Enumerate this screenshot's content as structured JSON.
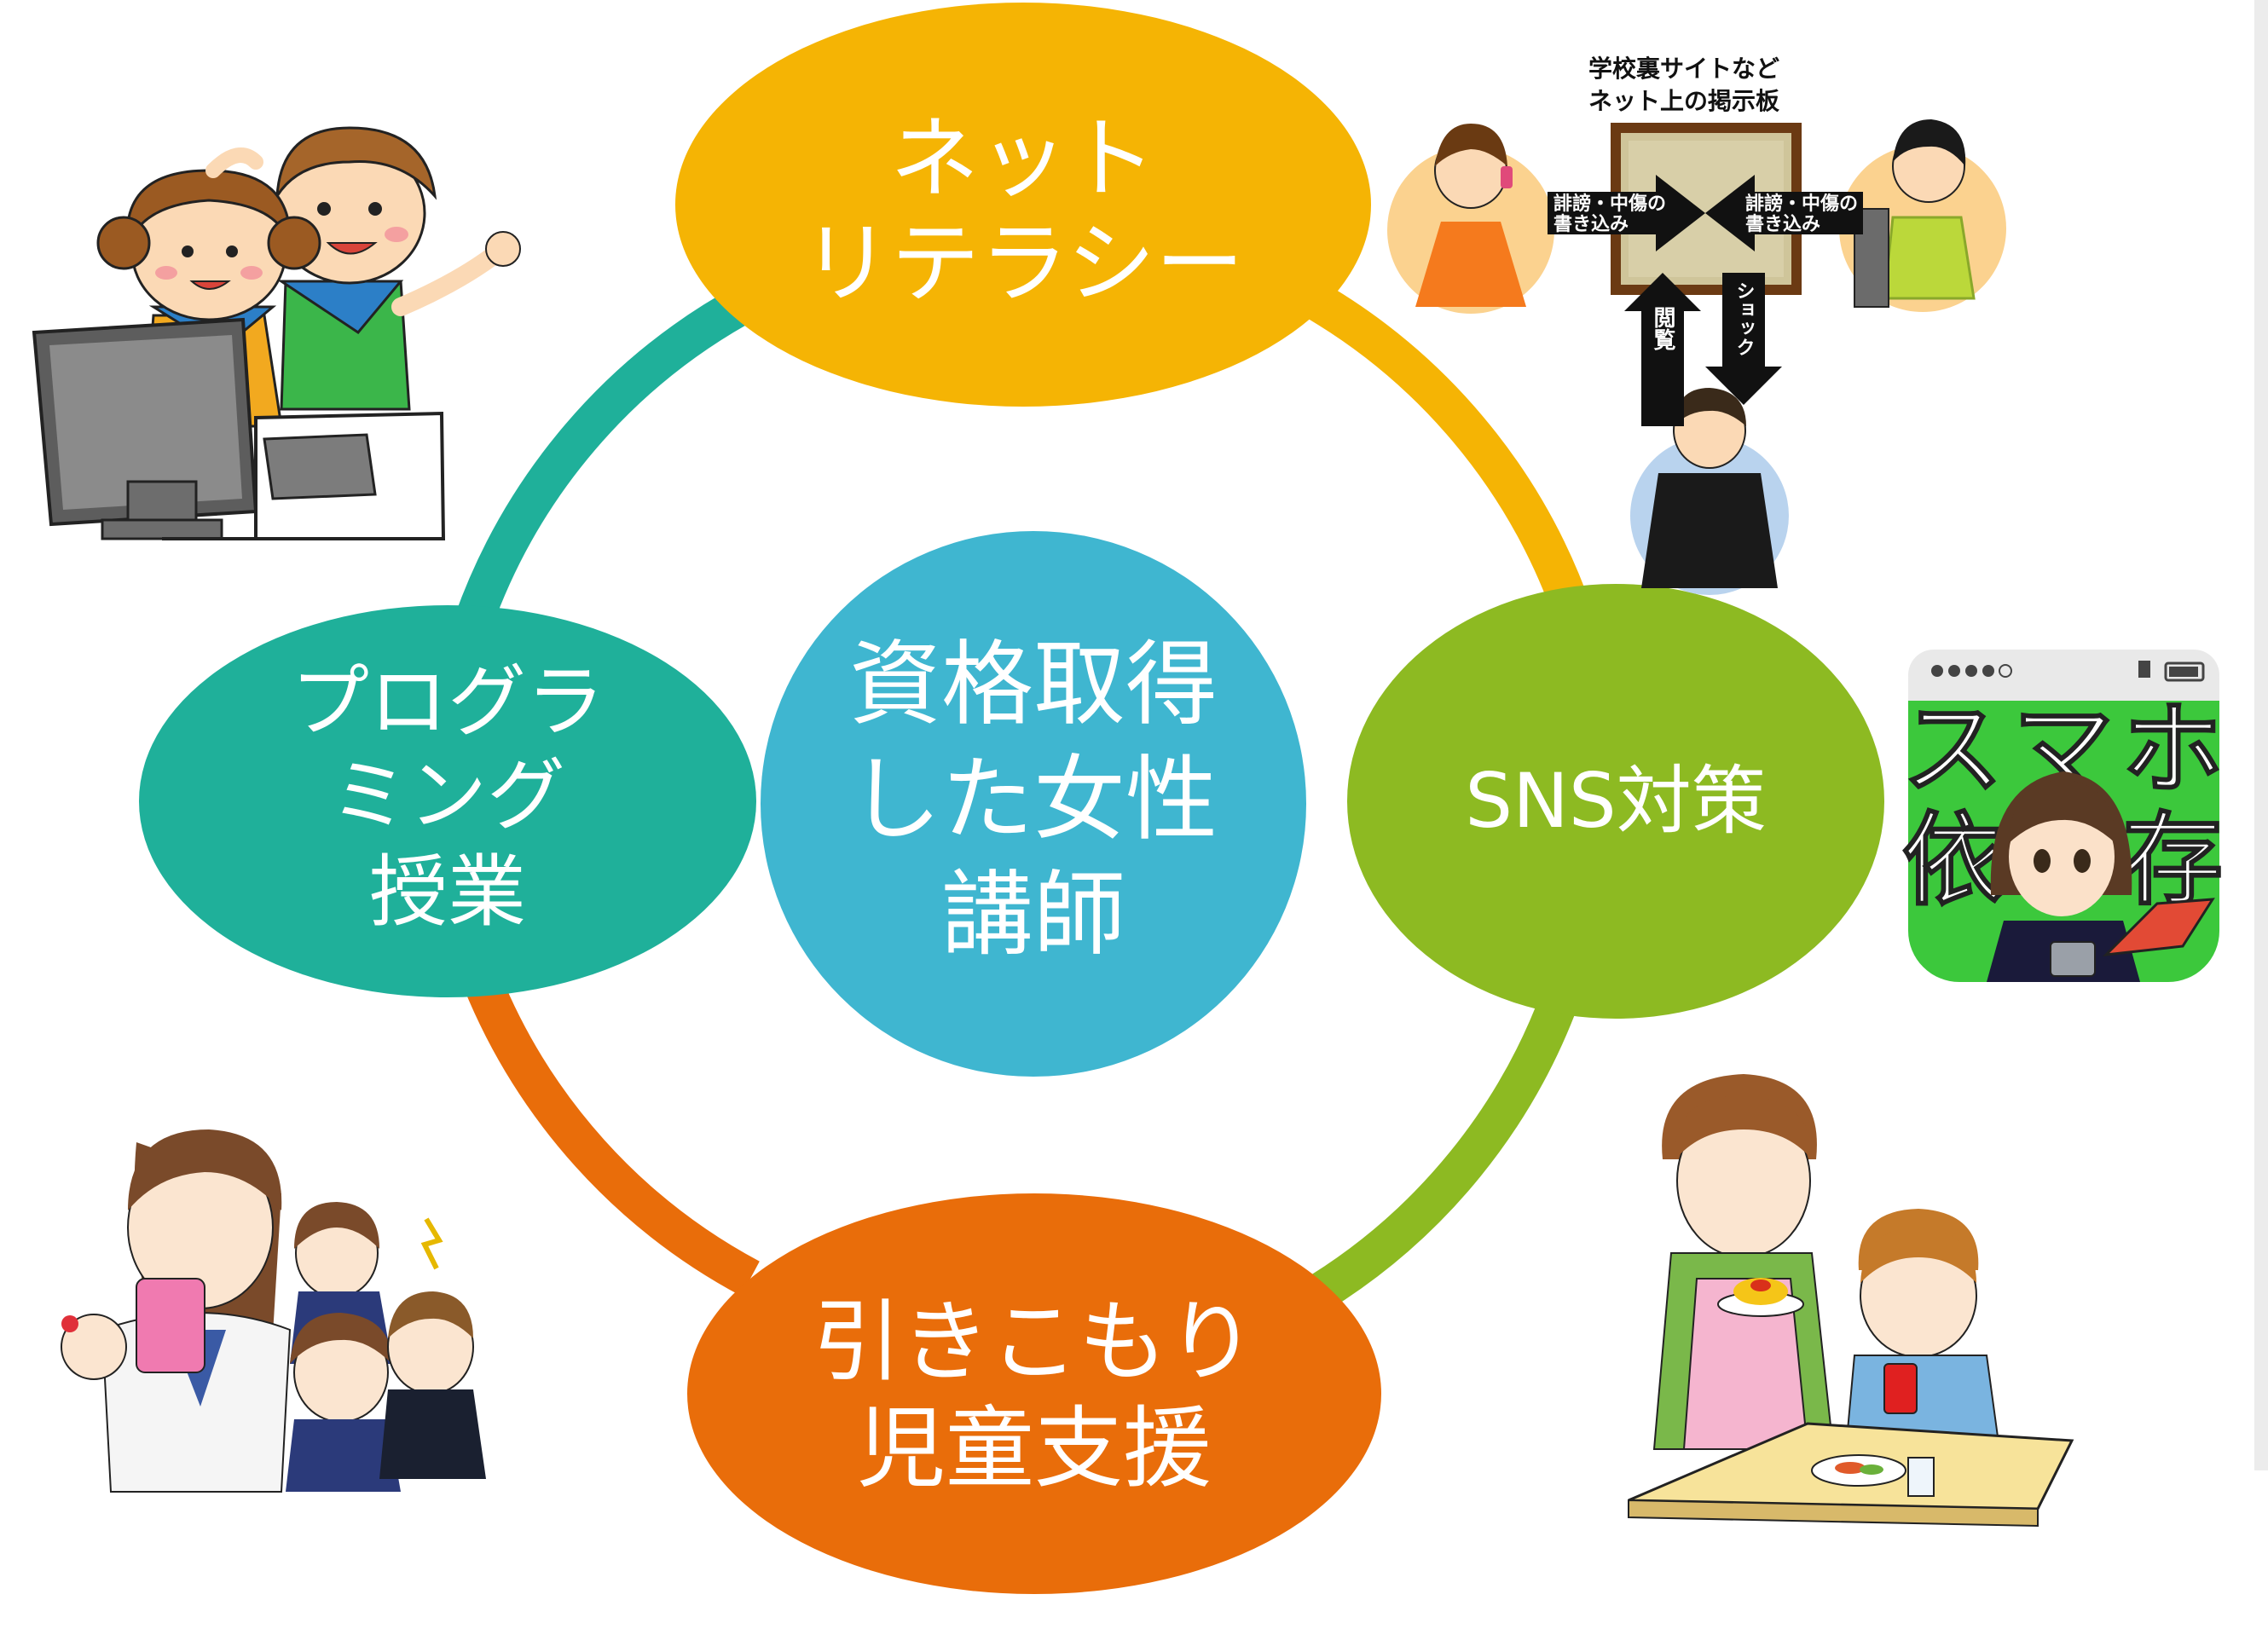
{
  "diagram": {
    "center": {
      "lines": [
        "資格取得",
        "した女性",
        "講師"
      ],
      "color": "#3fb6d0"
    },
    "nodes": [
      {
        "id": "top",
        "lines": [
          "ネット",
          "リテラシー"
        ],
        "color": "#f5b404"
      },
      {
        "id": "right",
        "lines": [
          "SNS対策"
        ],
        "color": "#8dba22"
      },
      {
        "id": "bottom",
        "lines": [
          "引きこもり",
          "児童支援"
        ],
        "color": "#e96d0a"
      },
      {
        "id": "left",
        "lines": [
          "プログラ",
          "ミング",
          "授業"
        ],
        "color": "#1fb09a"
      }
    ],
    "ring_segments": [
      {
        "from": "top",
        "to": "right",
        "color": "#f5b404"
      },
      {
        "from": "right",
        "to": "bottom",
        "color": "#8dba22"
      },
      {
        "from": "bottom",
        "to": "left",
        "color": "#e96d0a"
      },
      {
        "from": "left",
        "to": "top",
        "color": "#1fb09a"
      }
    ]
  },
  "bbs_illustration": {
    "title_lines": [
      "学校裏サイトなど",
      "ネット上の掲示板"
    ],
    "left_arrow_lines": [
      "誹謗・中傷の",
      "書き込み"
    ],
    "right_arrow_lines": [
      "誹謗・中傷の",
      "書き込み"
    ],
    "up_arrow_label": "閲覧",
    "down_arrow_label": "ショック"
  },
  "smartphone_icon": {
    "chars": [
      "ス",
      "マ",
      "ホ",
      "依",
      "存"
    ],
    "color": "#3cc83c"
  }
}
